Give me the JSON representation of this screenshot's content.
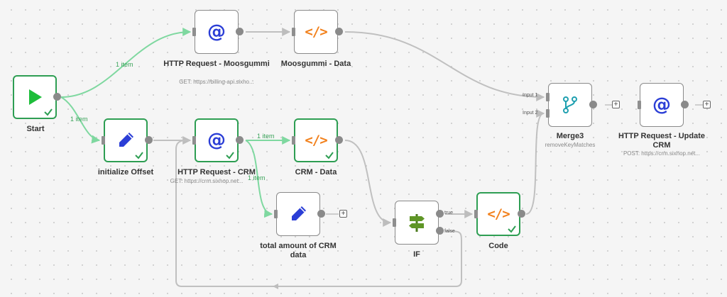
{
  "nodes": {
    "start": {
      "label": "Start"
    },
    "http_moos": {
      "label": "HTTP Request - Moosgummi",
      "sub": "GET: https://billing-api.sixho..."
    },
    "moos_data": {
      "label": "Moosgummi - Data"
    },
    "init_offset": {
      "label": "initialize Offset"
    },
    "http_crm": {
      "label": "HTTP Request - CRM",
      "sub": "GET: https://crm.sixhop.net..."
    },
    "crm_data": {
      "label": "CRM - Data"
    },
    "total_crm": {
      "label": "total amount of CRM data"
    },
    "if_node": {
      "label": "IF",
      "true_label": "true",
      "false_label": "false"
    },
    "code_node": {
      "label": "Code"
    },
    "merge3": {
      "label": "Merge3",
      "sub": "removeKeyMatches",
      "input1": "Input 1",
      "input2": "Input 2"
    },
    "http_update": {
      "label": "HTTP Request - Update CRM",
      "sub": "POST: https://crm.sixhop.net..."
    }
  },
  "edge_labels": {
    "start_to_moos": "1 item",
    "start_to_init": "1 item",
    "crm_to_crmdata": "1 item",
    "crm_to_total": "1 item"
  },
  "icons": {
    "start": "play-icon",
    "http": "at-sign-icon",
    "code": "code-brackets-icon",
    "set": "pencil-icon",
    "if": "signpost-icon",
    "merge": "merge-icon"
  },
  "colors": {
    "success": "#2e9e53",
    "active_edge": "#7fd8a0",
    "idle_edge": "#c0c0c0",
    "http_icon": "#2b3ed6",
    "code_icon": "#f2811d",
    "merge_icon": "#1fa0b0"
  }
}
